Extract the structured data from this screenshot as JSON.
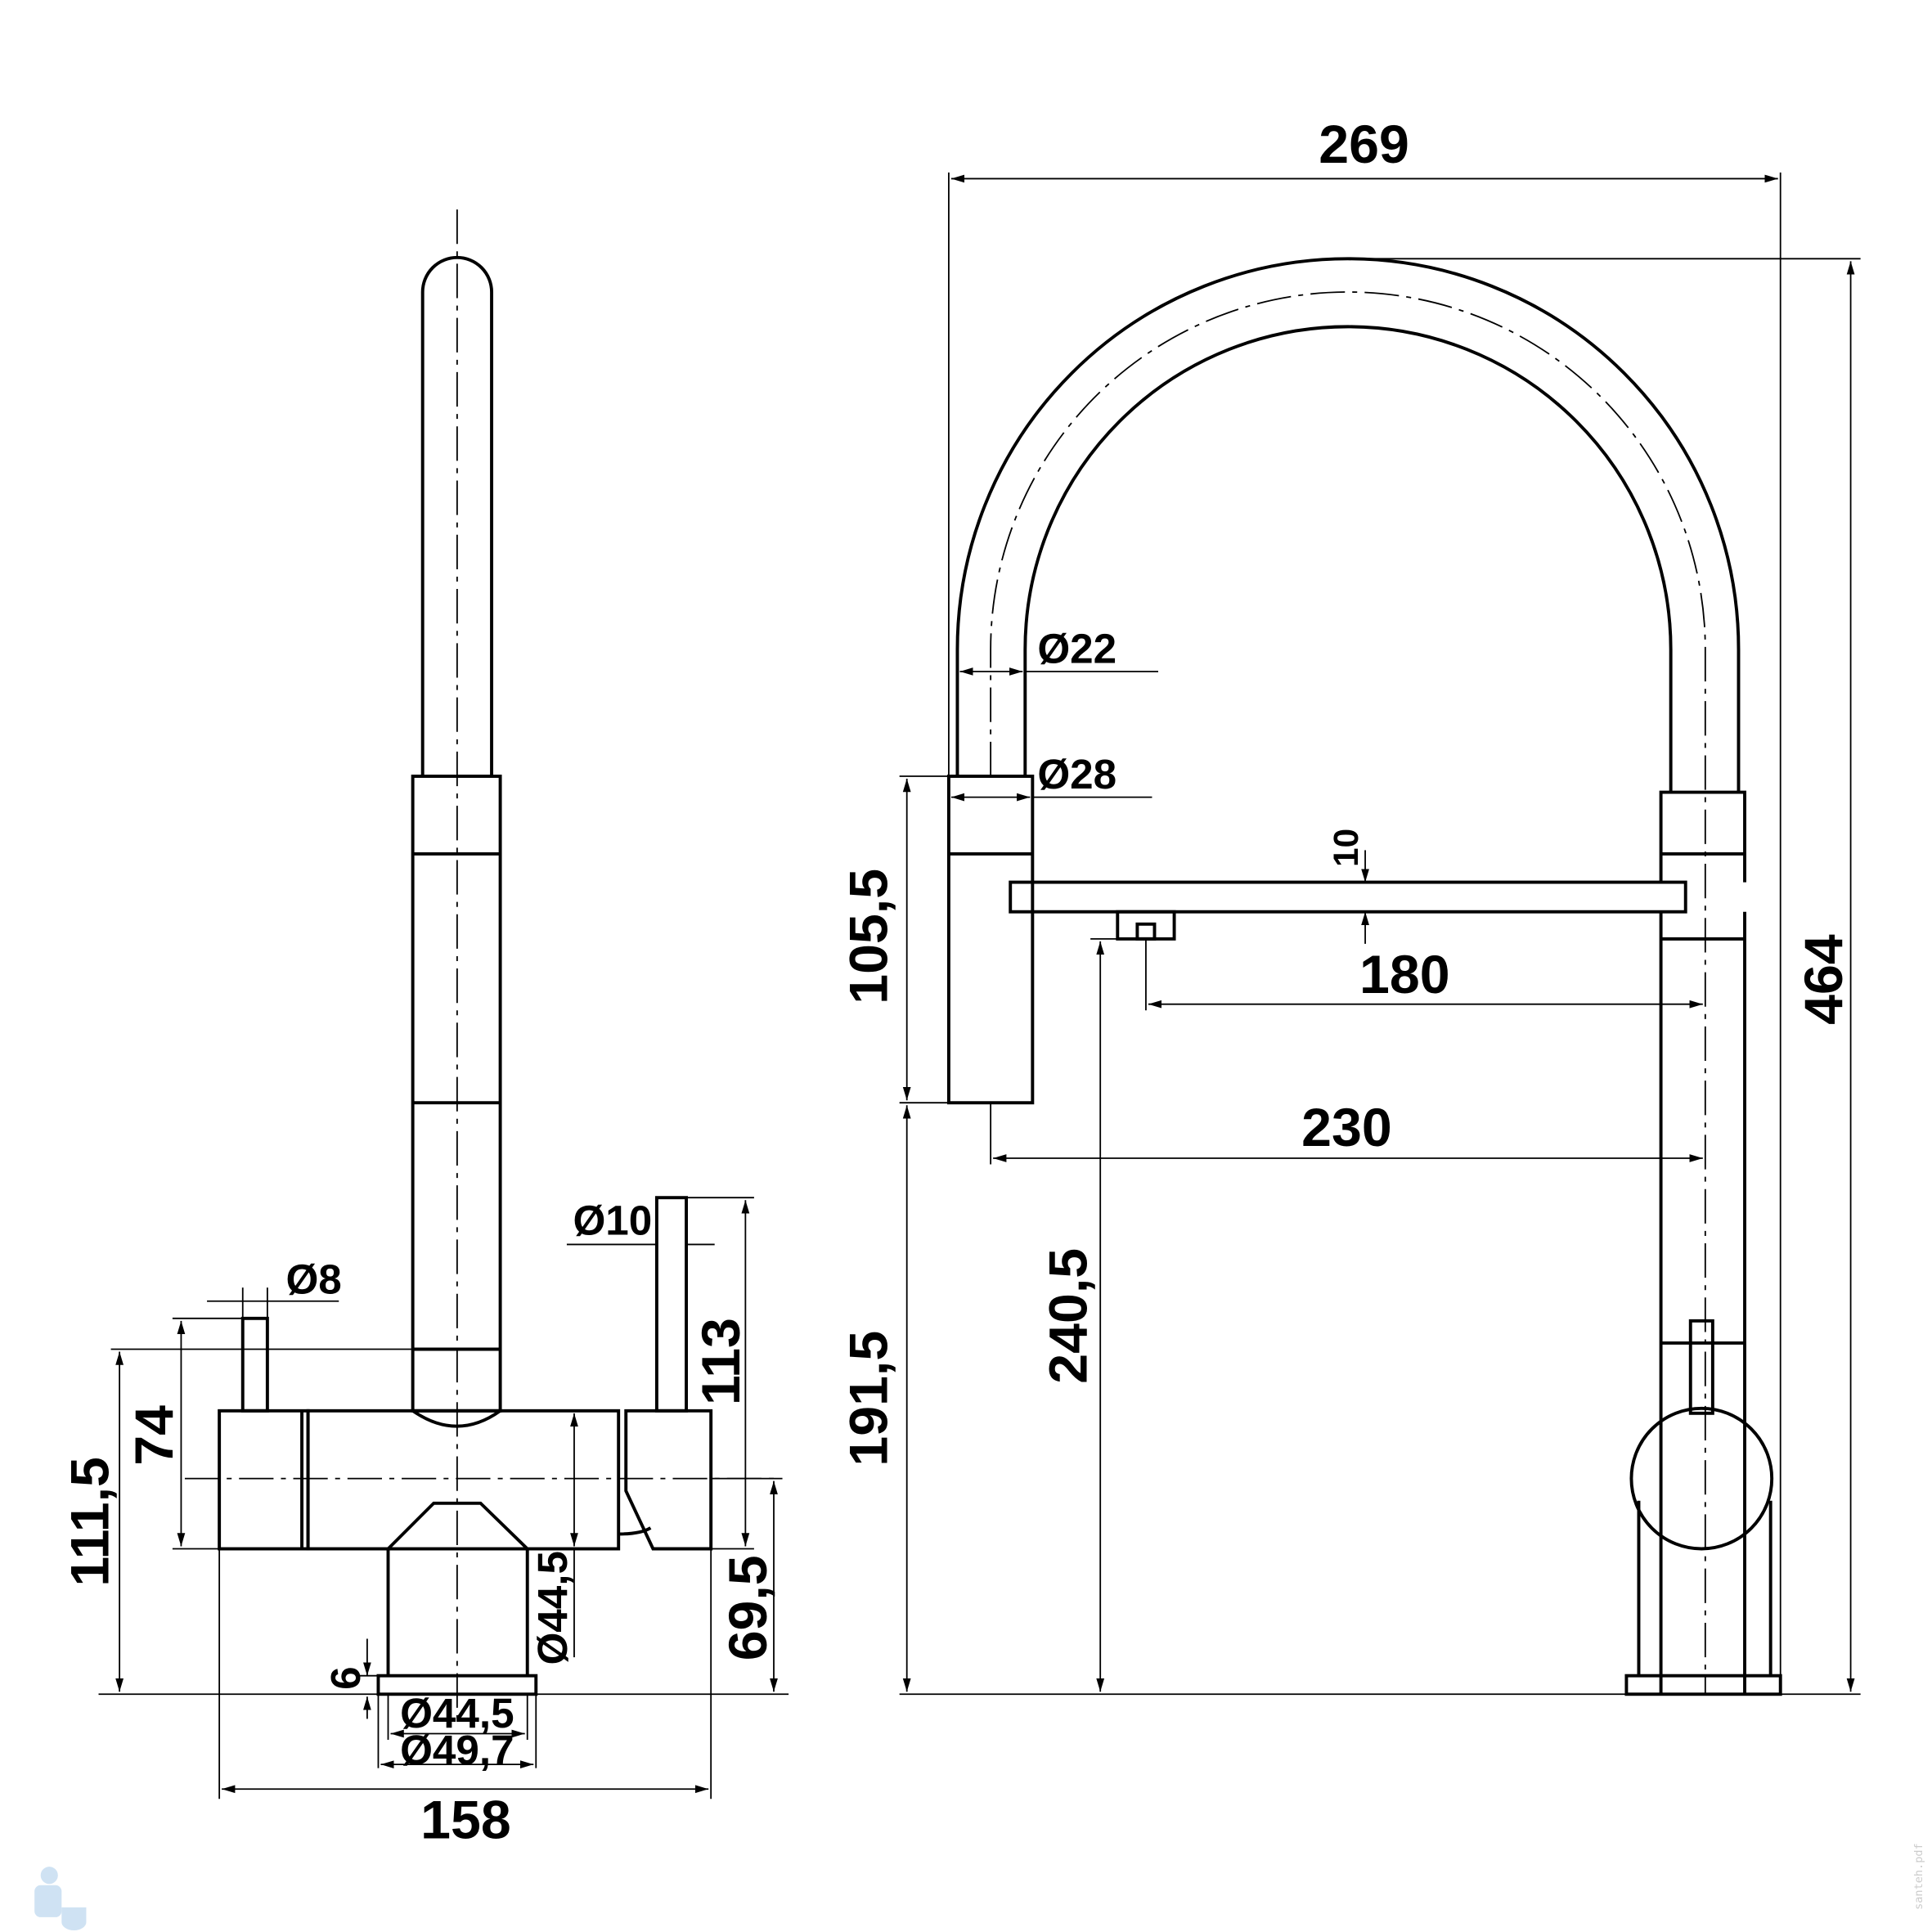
{
  "drawing": {
    "title": "Kitchen faucet dimensional drawing",
    "side_view": {
      "dims": {
        "d8": "Ø8",
        "d10": "Ø10",
        "h74": "74",
        "h111_5": "111,5",
        "h113": "113",
        "h69_5": "69,5",
        "d44_5_body": "Ø44,5",
        "h6": "6",
        "d44_5_base": "Ø44,5",
        "d49_7": "Ø49,7",
        "w158": "158"
      }
    },
    "front_view": {
      "dims": {
        "w269": "269",
        "h464": "464",
        "d22": "Ø22",
        "d28": "Ø28",
        "h105_5": "105,5",
        "t10": "10",
        "w180": "180",
        "w230": "230",
        "h240_5": "240,5",
        "h191_5": "191,5"
      }
    },
    "watermark": "santeh.pdf"
  }
}
